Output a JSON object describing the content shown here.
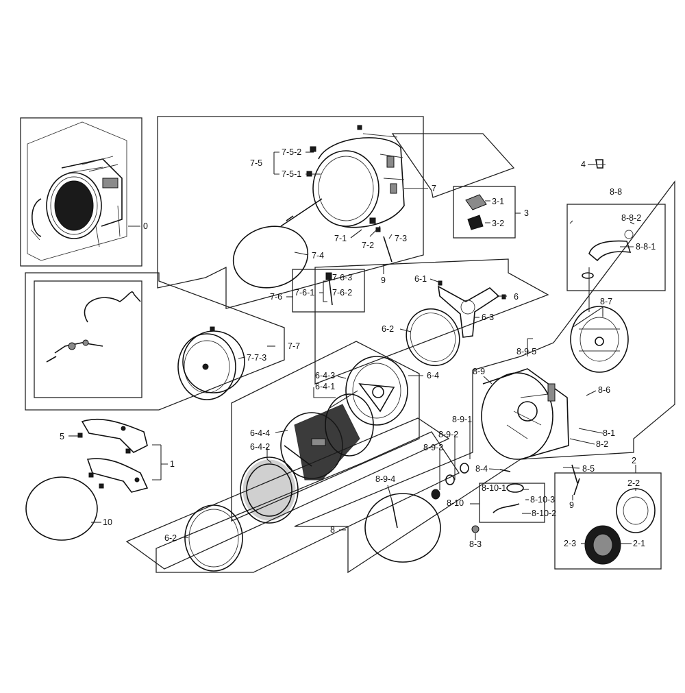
{
  "labels": {
    "l0": "0",
    "l1": "1",
    "l2": "2",
    "l2_1": "2-1",
    "l2_2": "2-2",
    "l2_3": "2-3",
    "l3": "3",
    "l3_1": "3-1",
    "l3_2": "3-2",
    "l4": "4",
    "l5": "5",
    "l6": "6",
    "l6_1": "6-1",
    "l6_2a": "6-2",
    "l6_2b": "6-2",
    "l6_3": "6-3",
    "l6_4": "6-4",
    "l6_4_1": "6-4-1",
    "l6_4_2": "6-4-2",
    "l6_4_3": "6-4-3",
    "l6_4_4": "6-4-4",
    "l7": "7",
    "l7_1": "7-1",
    "l7_2": "7-2",
    "l7_3": "7-3",
    "l7_4": "7-4",
    "l7_5": "7-5",
    "l7_5_1": "7-5-1",
    "l7_5_2": "7-5-2",
    "l7_6": "7-6",
    "l7_6_1": "7-6-1",
    "l7_6_2": "7-6-2",
    "l7_6_3": "7-6-3",
    "l7_7": "7-7",
    "l7_7_3": "7-7-3",
    "l8": "8",
    "l8_1": "8-1",
    "l8_2": "8-2",
    "l8_3": "8-3",
    "l8_4": "8-4",
    "l8_5": "8-5",
    "l8_6": "8-6",
    "l8_7": "8-7",
    "l8_8": "8-8",
    "l8_8_1": "8-8-1",
    "l8_8_2": "8-8-2",
    "l8_9": "8-9",
    "l8_9_1": "8-9-1",
    "l8_9_2": "8-9-2",
    "l8_9_3": "8-9-3",
    "l8_9_4": "8-9-4",
    "l8_9_5": "8-9-5",
    "l8_10": "8-10",
    "l8_10_1": "8-10-1",
    "l8_10_2": "8-10-2",
    "l8_10_3": "8-10-3",
    "l9a": "9",
    "l9b": "9",
    "l10": "10"
  }
}
